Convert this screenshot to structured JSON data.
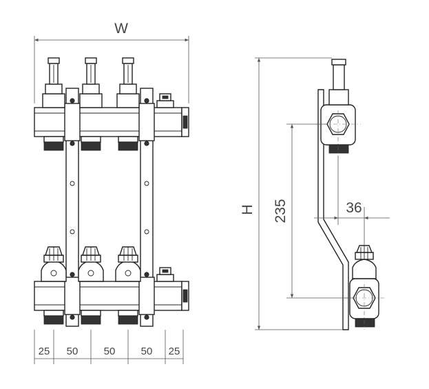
{
  "labels": {
    "width": "W",
    "height": "H",
    "vertical_dim": "235",
    "offset_dim": "36"
  },
  "bottom_dims": [
    "25",
    "50",
    "50",
    "50",
    "25"
  ],
  "colors": {
    "line": "#222222",
    "dimension": "#555555",
    "text": "#444444"
  }
}
